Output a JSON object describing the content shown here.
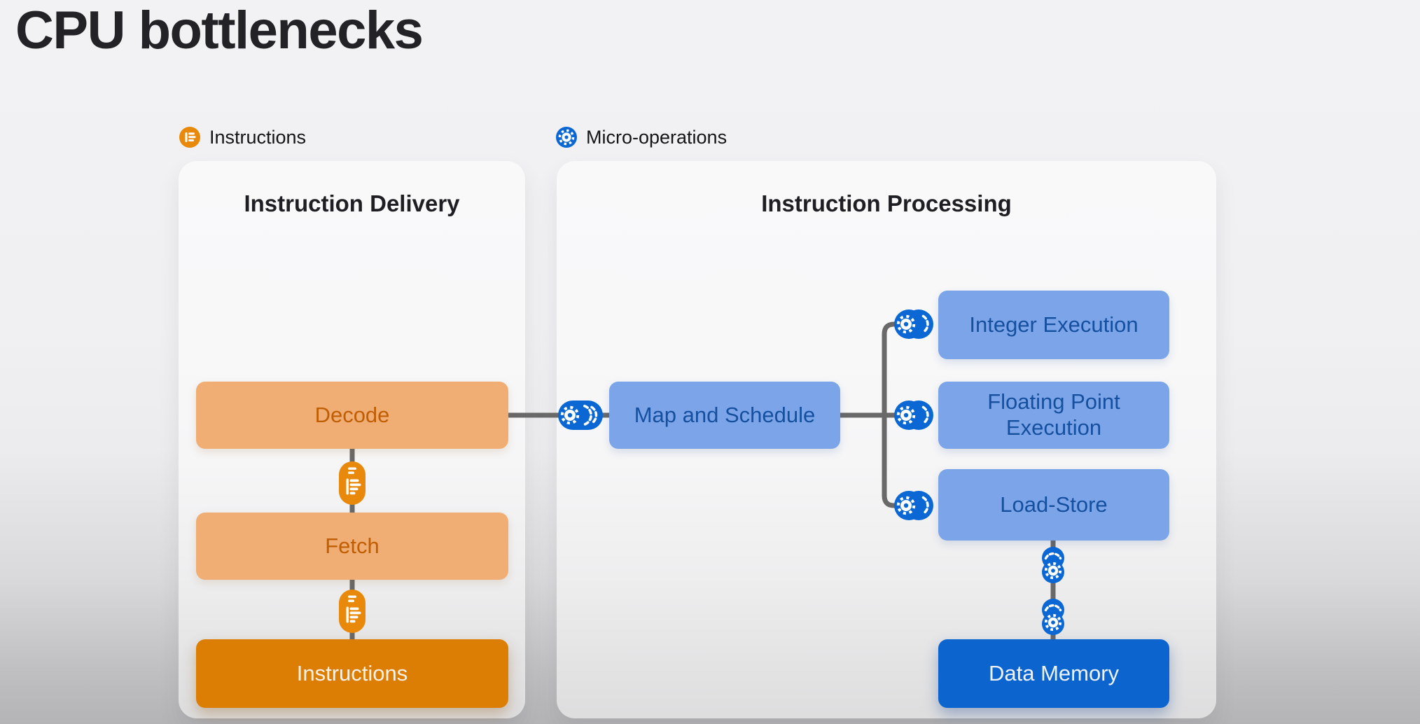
{
  "title": "CPU bottlenecks",
  "legend": [
    {
      "label": "Instructions",
      "icon": "instructions-icon"
    },
    {
      "label": "Micro-operations",
      "icon": "gear-icon"
    }
  ],
  "panels": [
    {
      "title": "Instruction Delivery",
      "nodes": [
        {
          "id": "decode",
          "label": "Decode"
        },
        {
          "id": "fetch",
          "label": "Fetch"
        },
        {
          "id": "instructions",
          "label": "Instructions"
        }
      ]
    },
    {
      "title": "Instruction Processing",
      "nodes": [
        {
          "id": "map-schedule",
          "label": "Map and Schedule"
        },
        {
          "id": "integer-exec",
          "label": "Integer Execution"
        },
        {
          "id": "fp-exec",
          "label": "Floating Point Execution"
        },
        {
          "id": "load-store",
          "label": "Load-Store"
        },
        {
          "id": "data-memory",
          "label": "Data Memory"
        }
      ]
    }
  ],
  "theme": {
    "title_color": "#232327",
    "orange_light": "#f0ad74",
    "orange_solid": "#dd7e04",
    "orange_icon": "#e8890b",
    "orange_text": "#c05e04",
    "blue_light": "#7ca5e9",
    "blue_solid": "#0c64cf",
    "blue_icon": "#0a67d3",
    "blue_text": "#15509f",
    "connector": "#696969"
  }
}
